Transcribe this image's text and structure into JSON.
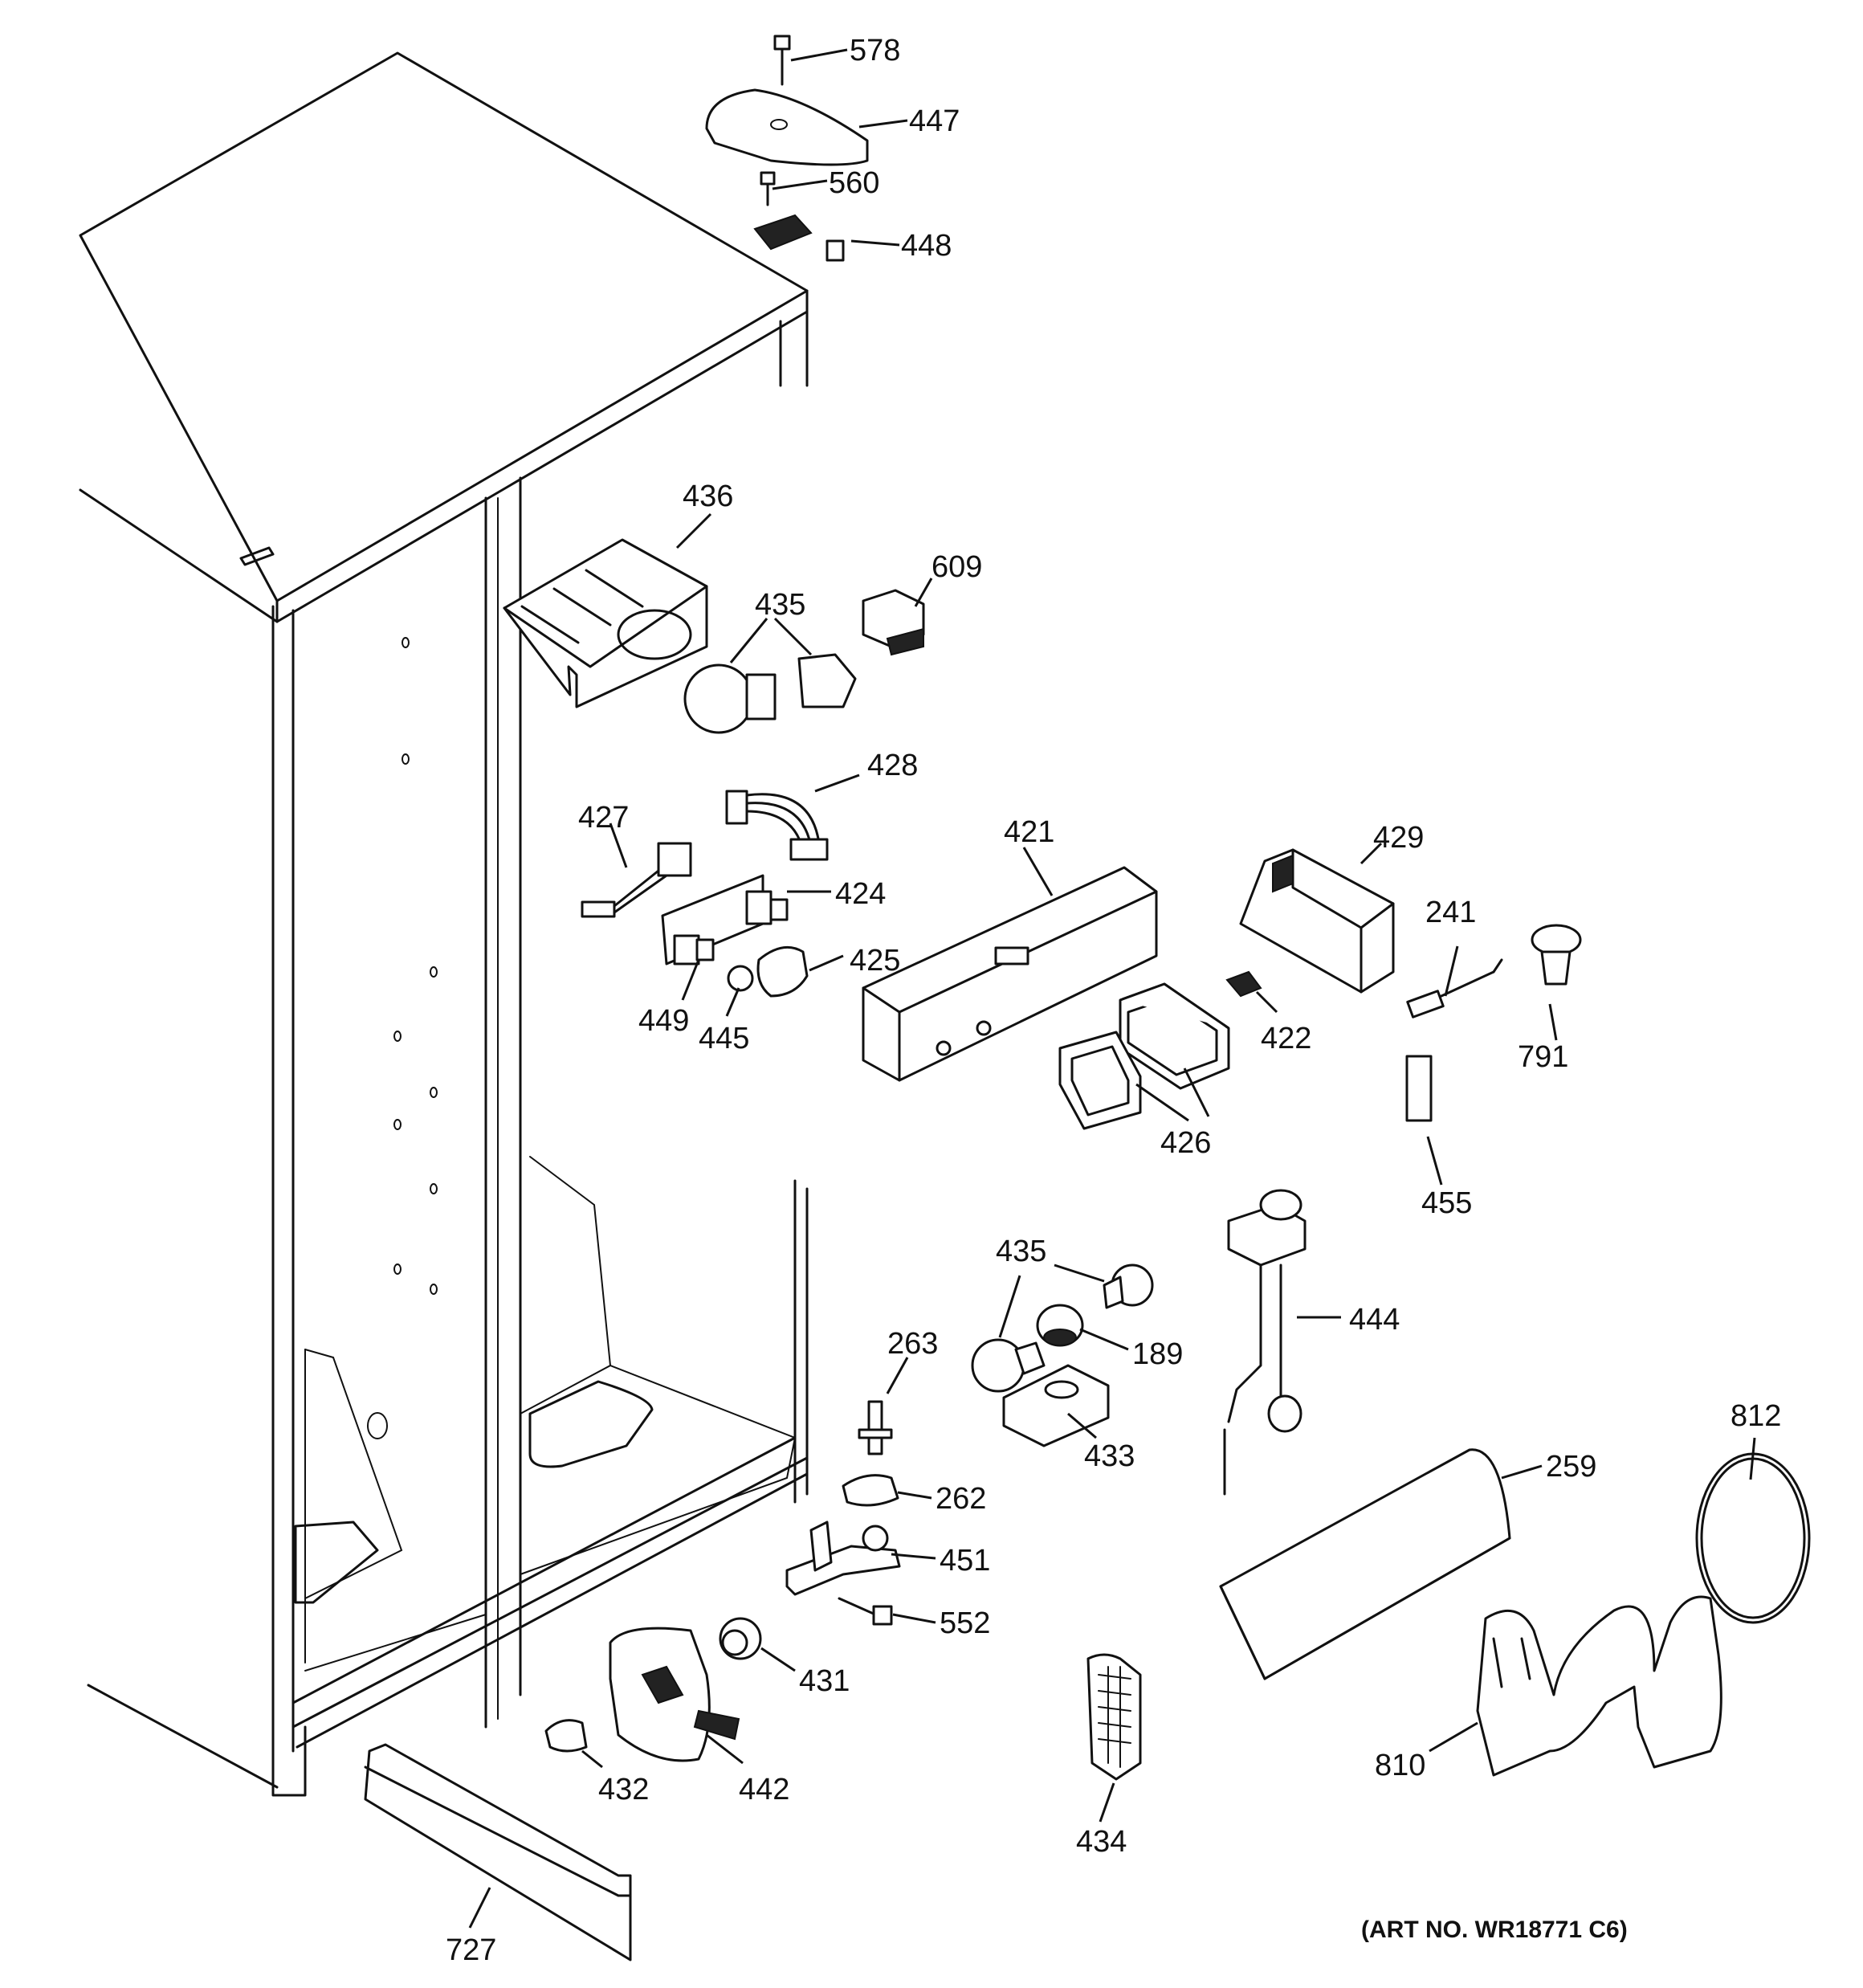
{
  "art_number": "(ART NO. WR18771 C6)",
  "callouts": {
    "c578": "578",
    "c447": "447",
    "c560": "560",
    "c448": "448",
    "c436": "436",
    "c609": "609",
    "c435a": "435",
    "c428": "428",
    "c427": "427",
    "c424": "424",
    "c421": "421",
    "c429": "429",
    "c241": "241",
    "c425": "425",
    "c449": "449",
    "c445": "445",
    "c422": "422",
    "c791": "791",
    "c426": "426",
    "c455": "455",
    "c435b": "435",
    "c444": "444",
    "c263": "263",
    "c189": "189",
    "c433": "433",
    "c812": "812",
    "c259": "259",
    "c262": "262",
    "c451": "451",
    "c552": "552",
    "c431": "431",
    "c810": "810",
    "c432": "432",
    "c442": "442",
    "c434": "434",
    "c727": "727"
  }
}
